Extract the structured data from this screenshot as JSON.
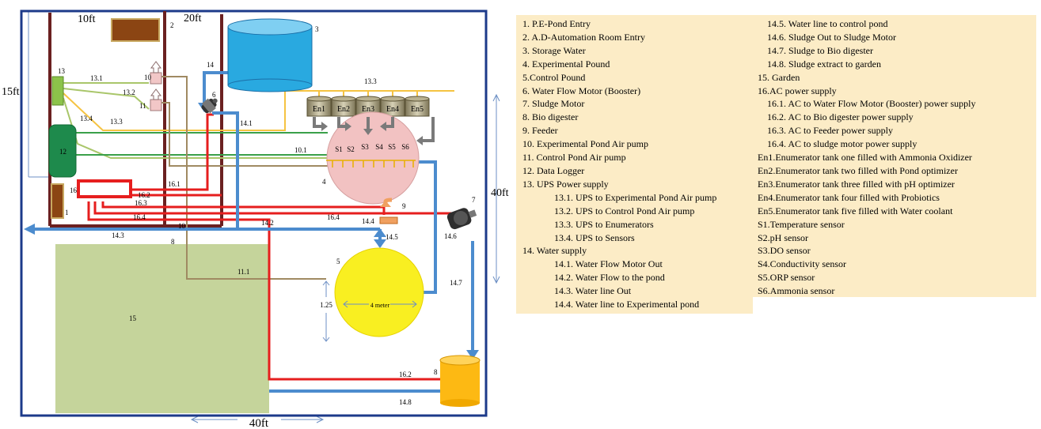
{
  "diagram": {
    "dimensions": {
      "top_10": "10ft",
      "top_20": "20ft",
      "left_15": "15ft",
      "right_40": "40ft",
      "bottom_40": "40ft",
      "pond_diameter": "4 meter",
      "pond_depth": "1.25"
    },
    "numbers": {
      "n1": "1",
      "n2": "2",
      "n3": "3",
      "n4": "4",
      "n5": "5",
      "n6": "6",
      "n7": "7",
      "n8": "8",
      "n9": "9",
      "n10": "10",
      "n11": "11",
      "n12": "12",
      "n13": "13",
      "n15": "15",
      "n16": "16"
    },
    "lines": {
      "l13_1": "13.1",
      "l13_2": "13.2",
      "l13_3a": "13.3",
      "l13_3b": "13.3",
      "l13_4": "13.4",
      "l14": "14",
      "l14_1": "14.1",
      "l14_2": "14.2",
      "l14_3": "14.3",
      "l14_4": "14.4",
      "l14_5": "14.5",
      "l14_6": "14.6",
      "l14_7": "14.7",
      "l14_8": "14.8",
      "l16_1": "16.1",
      "l16_2a": "16.2",
      "l16_2b": "16.2",
      "l16_3": "16.3",
      "l16_4a": "16.4",
      "l16_4b": "16.4",
      "l10_1": "10.1",
      "l10": "10",
      "l8": "8",
      "l11_1": "11.1"
    },
    "tanks": [
      "En1",
      "En2",
      "En3",
      "En4",
      "En5"
    ],
    "sensors": [
      "S1",
      "S2",
      "S3",
      "S4",
      "S5",
      "S6"
    ]
  },
  "legend": {
    "col1": [
      {
        "text": "1. P.E-Pond Entry",
        "level": 0
      },
      {
        "text": "2. A.D-Automation Room Entry",
        "level": 0
      },
      {
        "text": "3. Storage Water",
        "level": 0
      },
      {
        "text": "4. Experimental Pound",
        "level": 0
      },
      {
        "text": "5.Control Pound",
        "level": 0
      },
      {
        "text": "6. Water Flow Motor (Booster)",
        "level": 0
      },
      {
        "text": "7. Sludge Motor",
        "level": 0
      },
      {
        "text": "8. Bio digester",
        "level": 0
      },
      {
        "text": "9. Feeder",
        "level": 0
      },
      {
        "text": "10. Experimental Pond Air pump",
        "level": 0
      },
      {
        "text": "11. Control Pond Air pump",
        "level": 0
      },
      {
        "text": "12. Data Logger",
        "level": 0
      },
      {
        "text": "13. UPS Power supply",
        "level": 0
      },
      {
        "text": "13.1. UPS to Experimental Pond Air pump",
        "level": 2
      },
      {
        "text": "13.2. UPS to Control Pond Air pump",
        "level": 2
      },
      {
        "text": "13.3. UPS to Enumerators",
        "level": 2
      },
      {
        "text": "13.4. UPS to Sensors",
        "level": 2
      },
      {
        "text": "14. Water supply",
        "level": 0
      },
      {
        "text": "14.1. Water Flow Motor Out",
        "level": 2
      },
      {
        "text": "14.2. Water Flow to the pond",
        "level": 2
      },
      {
        "text": "14.3. Water line Out",
        "level": 2
      },
      {
        "text": "14.4. Water line to Experimental pond",
        "level": 2
      }
    ],
    "col2": [
      {
        "text": "14.5. Water line to control pond",
        "level": 1
      },
      {
        "text": "14.6. Sludge Out to Sludge Motor",
        "level": 1
      },
      {
        "text": "14.7. Sludge to Bio digester",
        "level": 1
      },
      {
        "text": "14.8. Sludge extract to garden",
        "level": 1
      },
      {
        "text": "15. Garden",
        "level": 0
      },
      {
        "text": "16.AC power supply",
        "level": 0
      },
      {
        "text": "16.1. AC to Water Flow Motor (Booster) power supply",
        "level": 1
      },
      {
        "text": "16.2. AC to Bio digester power supply",
        "level": 1
      },
      {
        "text": "16.3. AC to Feeder power supply",
        "level": 1
      },
      {
        "text": "16.4. AC to sludge motor power supply",
        "level": 1
      },
      {
        "text": "En1.Enumerator tank one filled with Ammonia Oxidizer",
        "level": 0
      },
      {
        "text": "En2.Enumerator tank two filled with Pond optimizer",
        "level": 0
      },
      {
        "text": "En3.Enumerator tank three filled with pH optimizer",
        "level": 0
      },
      {
        "text": "En4.Enumerator tank four filled with Probiotics",
        "level": 0
      },
      {
        "text": "En5.Enumerator tank five filled with Water coolant",
        "level": 0
      },
      {
        "text": "S1.Temperature sensor",
        "level": 0
      },
      {
        "text": "S2.pH sensor",
        "level": 0
      },
      {
        "text": "S3.DO sensor",
        "level": 0
      },
      {
        "text": "S4.Conductivity sensor",
        "level": 0
      },
      {
        "text": "S5.ORP sensor",
        "level": 0
      },
      {
        "text": "S6.Ammonia sensor",
        "level": 0
      }
    ]
  }
}
